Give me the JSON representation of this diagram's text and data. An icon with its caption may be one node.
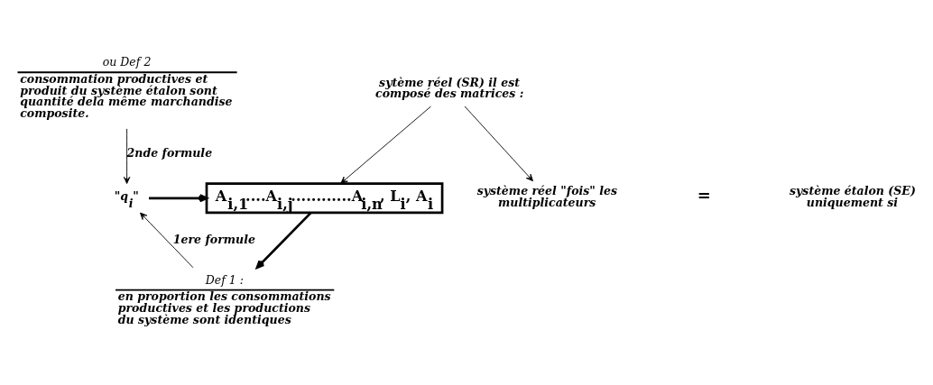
{
  "diagram": {
    "nodes": [
      {
        "text": [
          "sytème réel (SR) il est composé des matrices :"
        ]
      },
      {
        "text": [
          "système réel \"fois\" les multiplicateurs"
        ]
      },
      {
        "text": [
          "système étalon (SE) uniquement si"
        ]
      },
      {
        "text": [
          "Def 1 :",
          "en proportion les consommations productives et les productions du système sont identiques"
        ]
      },
      {
        "text": [
          "ou Def 2",
          "consommation productives et produit du système étalon sont quantité dela même marchandise composite."
        ]
      },
      {
        "text": [
          "A$_{i,1}$....A$_{i,j}$............A$_{i,n}$, L$_{i}$, A$_{i}$"
        ]
      },
      {
        "text": [
          "\"q$_{i}$\""
        ]
      }
    ],
    "edges": [
      {
        "from": 0,
        "to": 1,
        "arrow": "to"
      },
      {
        "from": 0,
        "to": 5,
        "arrow": "to"
      },
      {
        "from": 6,
        "to": 5,
        "arrow": "to",
        "style": "thick"
      },
      {
        "from": 3,
        "to": 6,
        "arrow": "to",
        "label": "1ere formule"
      },
      {
        "from": 4,
        "to": 6,
        "arrow": "to",
        "label": "2nde formule"
      },
      {
        "from": 5,
        "to": 3,
        "arrow": "to",
        "style": "thick"
      }
    ],
    "labels": [
      "="
    ]
  }
}
